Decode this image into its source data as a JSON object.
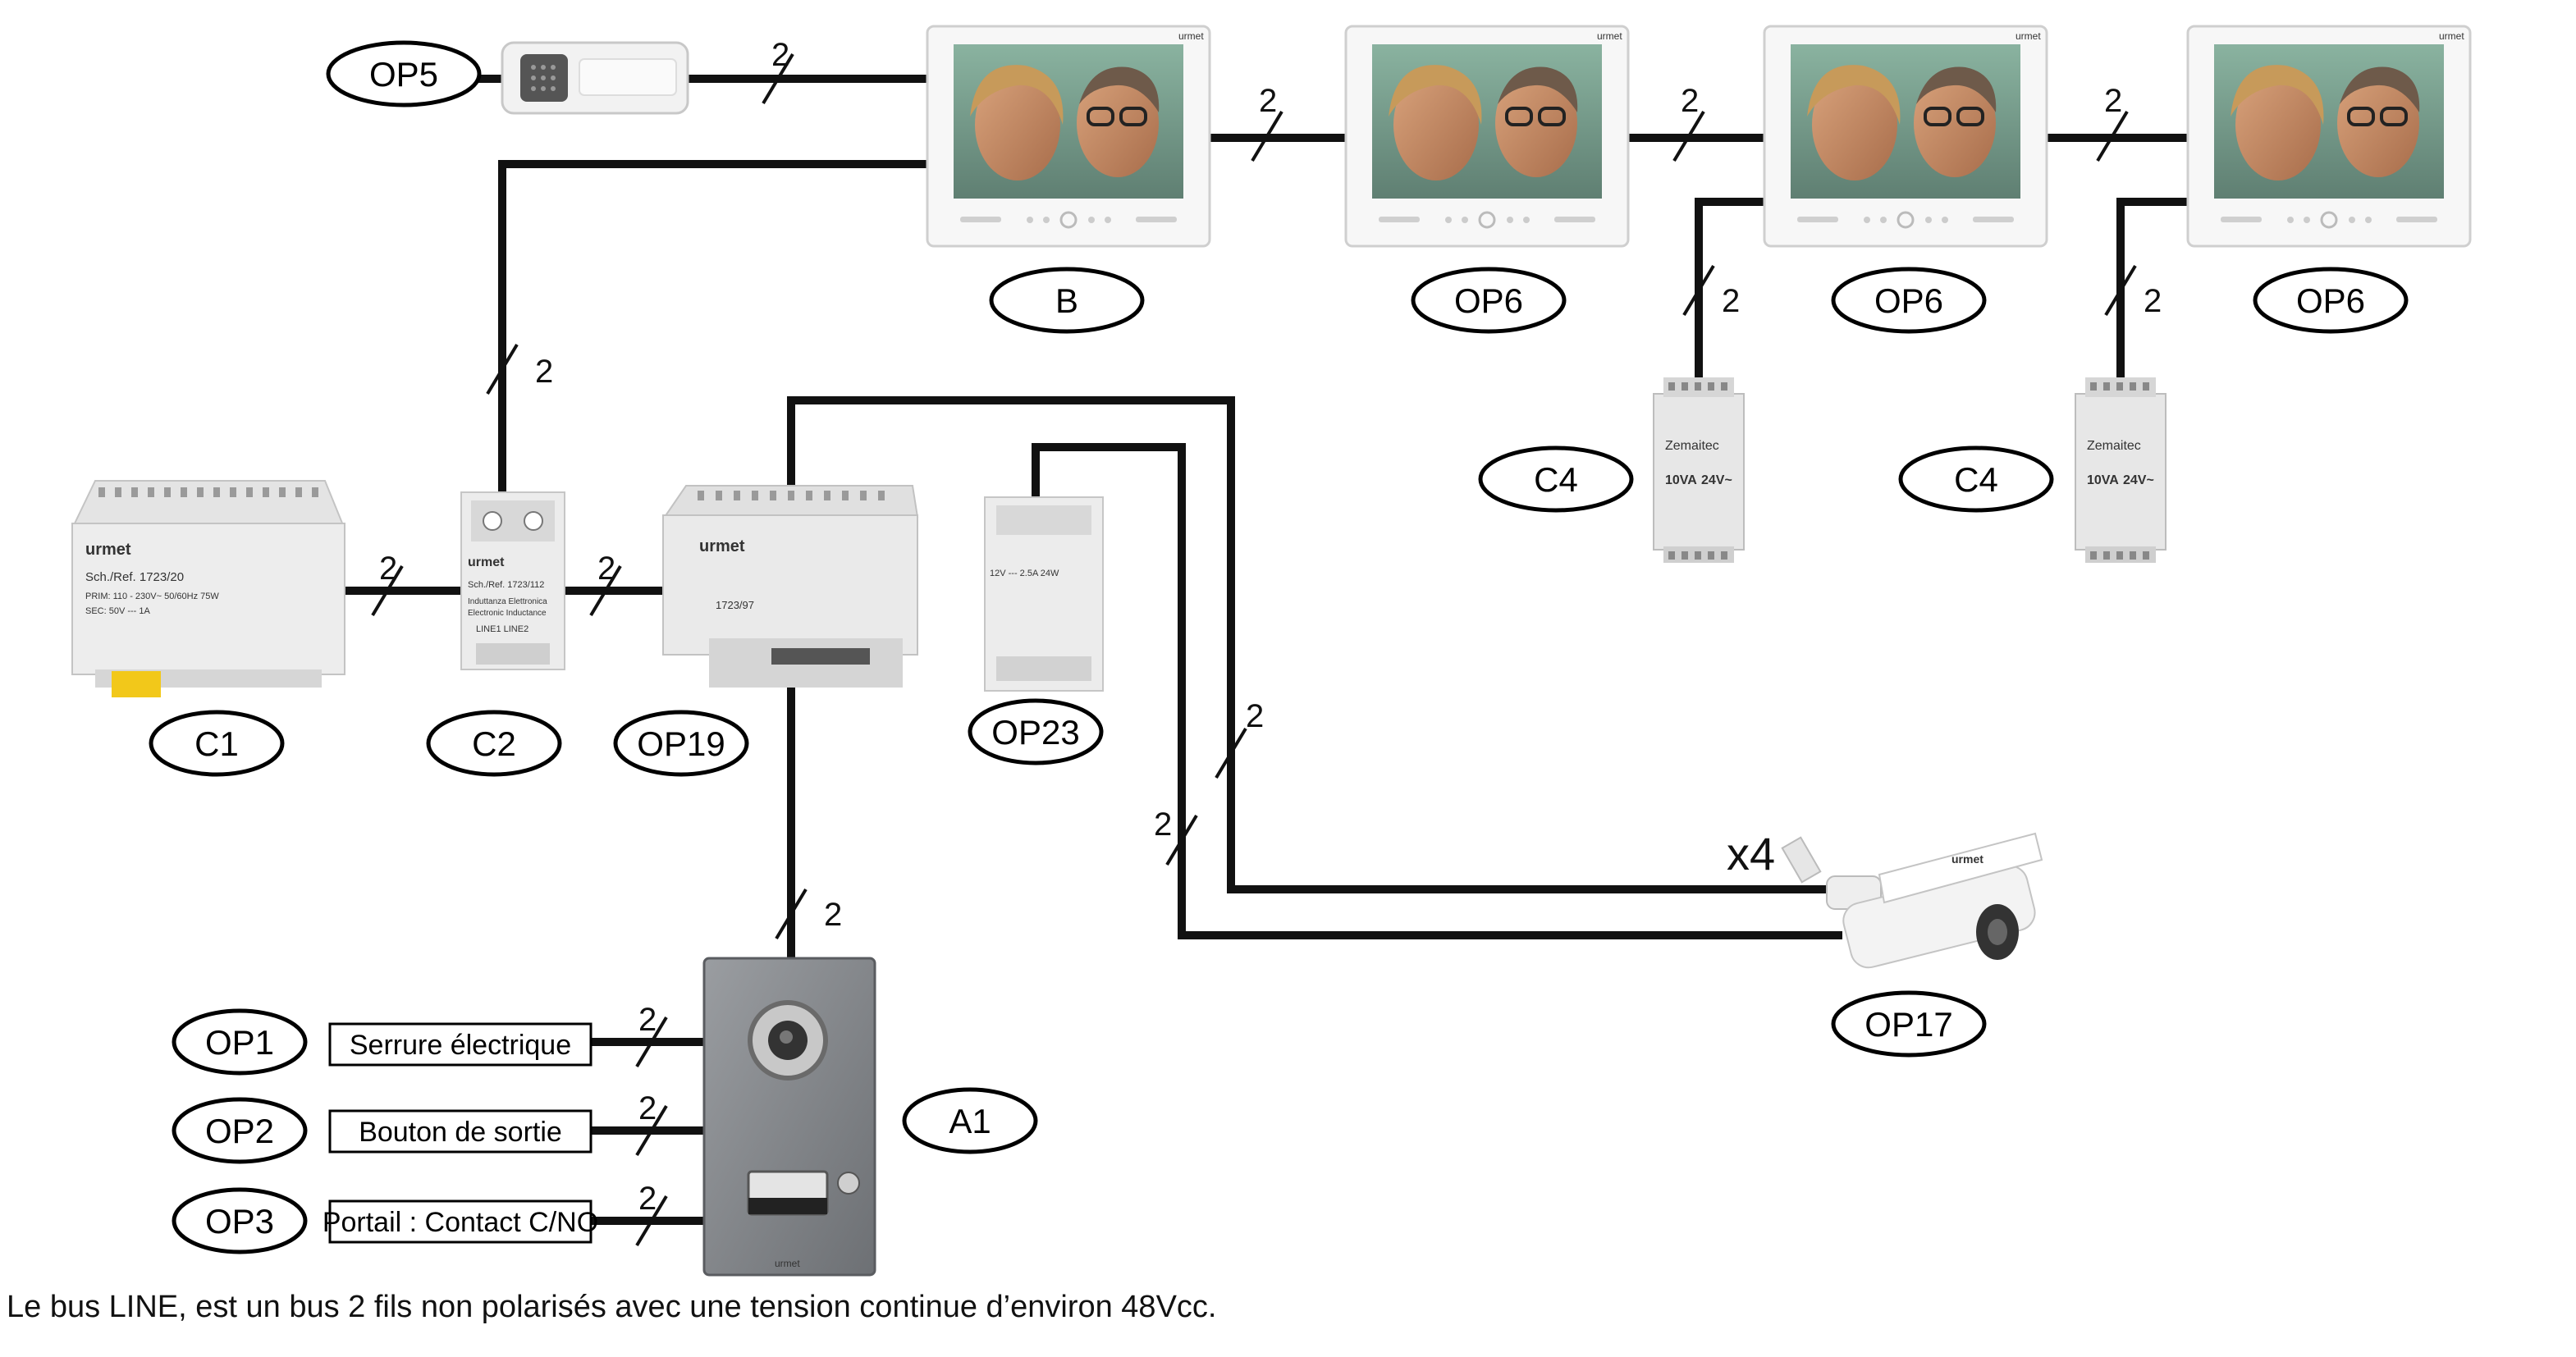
{
  "labels": {
    "op5": "OP5",
    "b": "B",
    "op6a": "OP6",
    "op6b": "OP6",
    "op6c": "OP6",
    "c4a": "C4",
    "c4b": "C4",
    "c1": "C1",
    "c2": "C2",
    "op19": "OP19",
    "op23": "OP23",
    "op17": "OP17",
    "a1": "A1",
    "op1": "OP1",
    "op2": "OP2",
    "op3": "OP3"
  },
  "wire_count": "2",
  "camera_multiplier": "x4",
  "output_boxes": {
    "serrure": "Serrure électrique",
    "bouton": "Bouton de sortie",
    "portail": "Portail : Contact C/NO"
  },
  "device_text": {
    "brand": "urmet",
    "c1_ref": "Sch./Ref. 1723/20",
    "c1_prim": "PRIM: 110 - 230V~ 50/60Hz 75W",
    "c1_sec": "SEC: 50V --- 1A",
    "c2_ref": "Sch./Ref. 1723/112",
    "c2_desc1": "Induttanza Elettronica",
    "c2_desc2": "Electronic Inductance",
    "c2_lines": "LINE1  LINE2",
    "op19_ref": "1723/97",
    "psu_brand": "Zemaitec",
    "psu_out": "24V~",
    "psu_va": "10VA",
    "op23_out": "12V --- 2.5A 24W"
  },
  "footer": "Le bus LINE, est un bus 2 fils non polarisés avec une tension continue d’environ 48Vcc.",
  "colors": {
    "wire": "#111111",
    "device_body": "#eeeeee",
    "panel": "#8a8d91"
  }
}
